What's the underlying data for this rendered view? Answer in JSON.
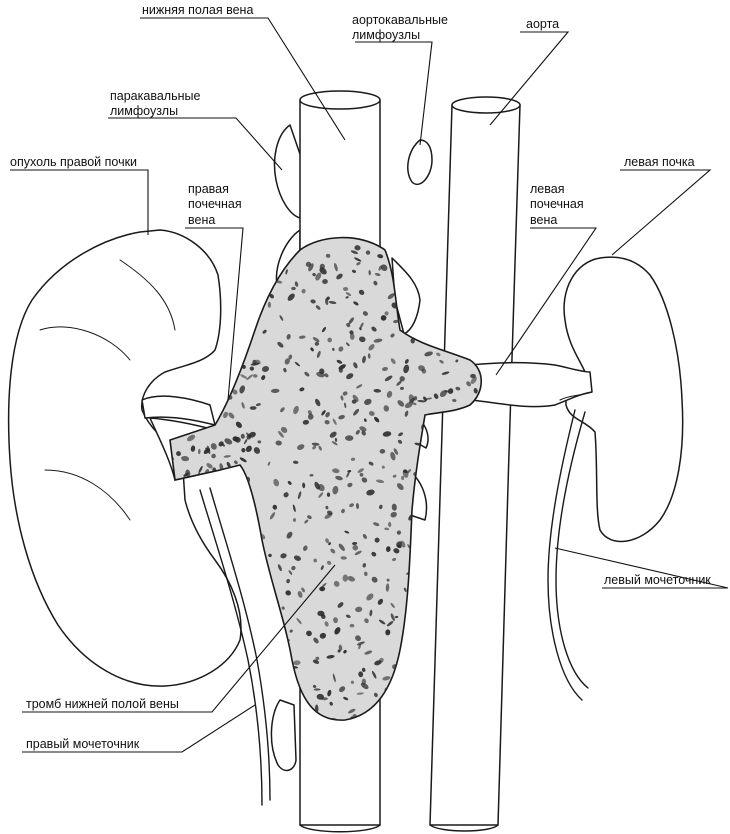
{
  "labels": {
    "ivc": "нижняя полая вена",
    "aortocaval_nodes_line1": "аортокавальные",
    "aortocaval_nodes_line2": "лимфоузлы",
    "aorta": "аорта",
    "paracaval_nodes_line1": "паракавальные",
    "paracaval_nodes_line2": "лимфоузлы",
    "right_kidney_tumor": "опухоль правой почки",
    "right_renal_vein_line1": "правая",
    "right_renal_vein_line2": "почечная",
    "right_renal_vein_line3": "вена",
    "left_renal_vein_line1": "левая",
    "left_renal_vein_line2": "почечная",
    "left_renal_vein_line3": "вена",
    "left_kidney": "левая почка",
    "left_ureter": "левый мочеточник",
    "ivc_thrombus": "тромб нижней полой вены",
    "right_ureter": "правый мочеточник"
  },
  "colors": {
    "ink": "#1a1a1a",
    "thrombus_fill": "#d9d9d9",
    "thrombus_speckle": "#2b2b2b",
    "background": "#ffffff"
  }
}
